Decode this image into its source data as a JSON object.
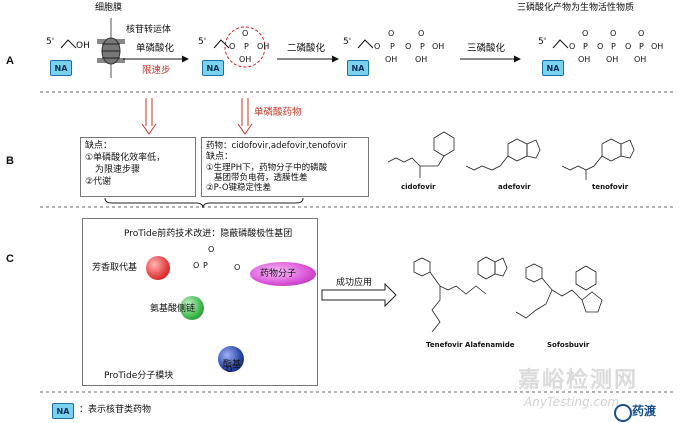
{
  "sections": [
    "A",
    "B",
    "C"
  ],
  "row_a": {
    "membrane_label": "细胞膜",
    "transporter_label": "核苷转运体",
    "step1_label": "单磷酸化",
    "rate_limit_label": "限速步",
    "step2_label": "二磷酸化",
    "step3_label": "三磷酸化",
    "product_title": "三磷酸化产物为生物活性物质",
    "na_label": "NA",
    "prime5": "5'",
    "oh": "OH",
    "o": "O",
    "p": "P"
  },
  "arrow_label_mono": "单磷酸药物",
  "row_b": {
    "box1_title": "缺点：",
    "box1_lines": [
      "①单磷酸化效率低，",
      "为限速步骤",
      "②代谢"
    ],
    "box2_drugs": "药物：cidofovir,adefovir,tenofovir",
    "box2_title": "缺点：",
    "box2_lines": [
      "①生理PH下，药物分子中的磷酸",
      "基团带负电荷，透膜性差",
      "②P-O键稳定性差"
    ],
    "molecules": [
      "cidofovir",
      "adefovir",
      "tenofovir"
    ]
  },
  "row_c": {
    "protide_title": "ProTide前药技术改进：隐蔽磷酸极性基团",
    "aryl_label": "芳香取代基",
    "amino_label": "氨基酸侧链",
    "ester_label": "酯基",
    "drug_label": "药物分子",
    "module_label": "ProTide分子模块",
    "application_label": "成功应用",
    "molecules": [
      "Tenefovir Alafenamide",
      "Sofosbuvir"
    ]
  },
  "legend": {
    "na_label": "NA",
    "text": "：表示核苷类药物"
  },
  "watermark": {
    "line1": "嘉峪检测网",
    "line2": "AnyTesting.com",
    "logo_text": "药渡"
  },
  "colors": {
    "na_fill": "#79d3ee",
    "red_arrow": "#c0392b",
    "aryl_circle": "#e23a3a",
    "amino_circle": "#3bb54a",
    "ester_circle": "#233fa0",
    "drug_ellipse": "#d94fd6"
  }
}
